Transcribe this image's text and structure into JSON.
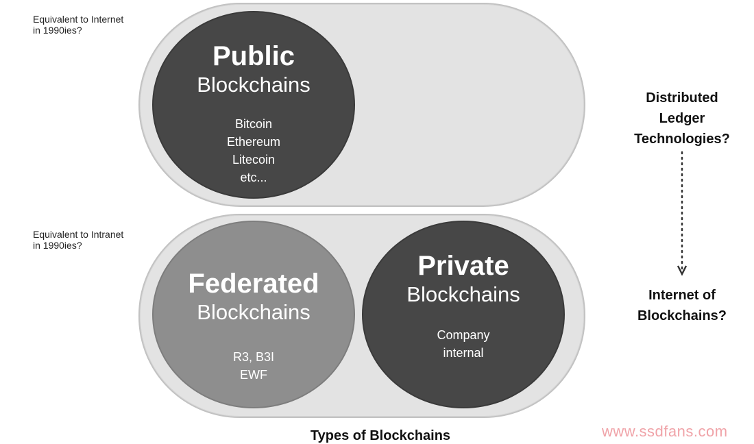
{
  "notes": {
    "top": [
      "Equivalent to Internet",
      "in 1990ies?"
    ],
    "bottom": [
      "Equivalent to Intranet",
      "in 1990ies?"
    ]
  },
  "public": {
    "title": "Public",
    "subtitle": "Blockchains",
    "items": [
      "Bitcoin",
      "Ethereum",
      "Litecoin",
      "etc..."
    ]
  },
  "federated": {
    "title": "Federated",
    "subtitle": "Blockchains",
    "items": [
      "R3, B3I",
      "EWF"
    ]
  },
  "private": {
    "title": "Private",
    "subtitle": "Blockchains",
    "items": [
      "Company",
      "internal"
    ]
  },
  "side": {
    "dlt": [
      "Distributed",
      "Ledger",
      "Technologies?"
    ],
    "iob": [
      "Internet of",
      "Blockchains?"
    ]
  },
  "caption": "Types of Blockchains",
  "watermark": "www.ssdfans.com",
  "colors": {
    "pill": "#e3e3e3",
    "dark_circle": "#474747",
    "mid_circle": "#8e8e8e",
    "watermark": "#f0a3a8"
  }
}
